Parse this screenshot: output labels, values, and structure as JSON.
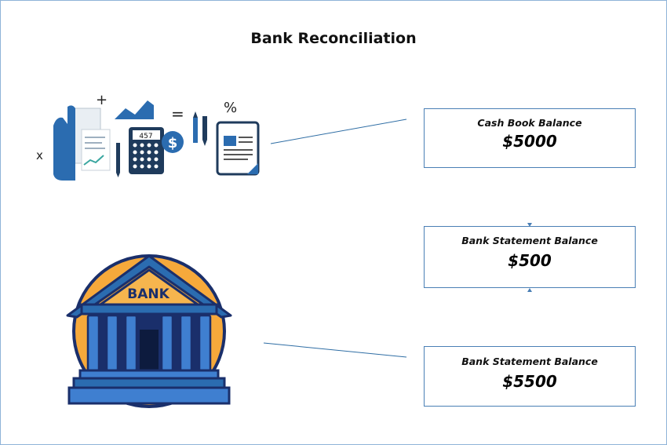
{
  "diagram": {
    "title": "Bank Reconciliation",
    "boxes": [
      {
        "label": "Cash Book Balance",
        "value": "$5000"
      },
      {
        "label": "Bank Statement Balance",
        "value": "$500"
      },
      {
        "label": "Bank Statement Balance",
        "value": "$5500"
      }
    ]
  },
  "finance_illustration": {
    "symbols": {
      "plus": "+",
      "times": "x",
      "equals": "=",
      "percent": "%",
      "dollar": "$"
    },
    "calculator_display": "457"
  },
  "bank_illustration": {
    "sign": "BANK"
  },
  "colors": {
    "box_border": "#4a7fb5",
    "connector": "#2e6da4",
    "illustration_blue": "#2b6cb0",
    "bank_orange": "#f6a93b",
    "bank_navy": "#1a2f6b"
  }
}
